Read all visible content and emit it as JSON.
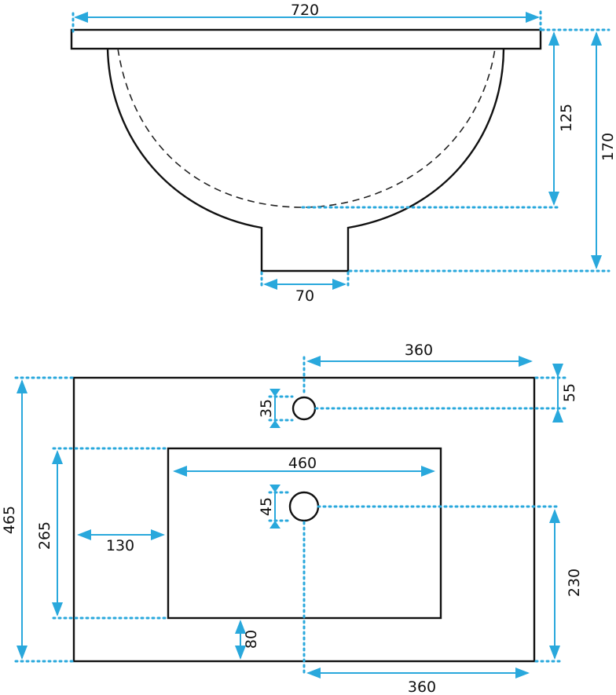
{
  "colors": {
    "dimension": "#29a8dc",
    "outline": "#111111",
    "background": "#ffffff"
  },
  "side_view": {
    "width_label": "720",
    "inner_depth_label": "125",
    "total_height_label": "170",
    "drain_width_label": "70"
  },
  "top_view": {
    "tap_offset_label": "360",
    "tap_from_back_label": "55",
    "tap_hole_label": "35",
    "total_depth_label": "465",
    "bowl_depth_label": "265",
    "bowl_width_label": "460",
    "drain_hole_label": "45",
    "bowl_left_offset_label": "130",
    "drain_from_front_label": "230",
    "bowl_front_offset_label": "80",
    "drain_offset_label": "360"
  }
}
